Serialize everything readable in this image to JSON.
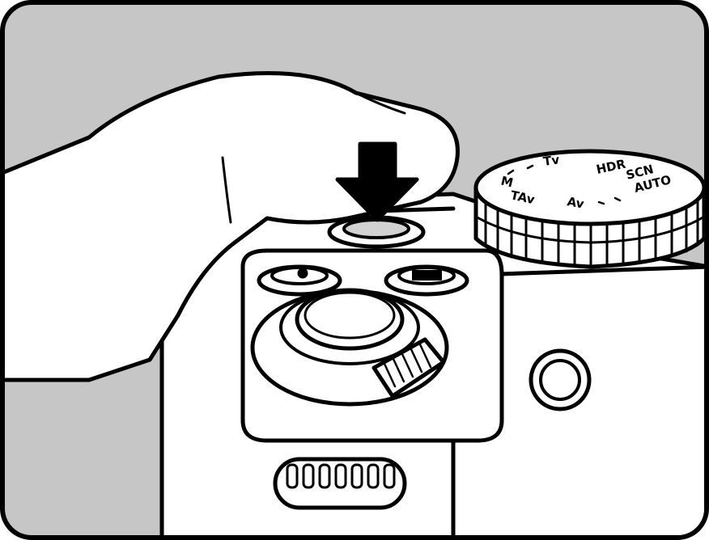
{
  "dial": {
    "modes": [
      "AUTO",
      "SCN",
      "HDR",
      "Av",
      "Tv",
      "TAv",
      "M"
    ]
  },
  "colors": {
    "background": "#c6c6c6",
    "line": "#000000",
    "fill": "#ffffff",
    "shutter_button": "#d2d2d2"
  }
}
